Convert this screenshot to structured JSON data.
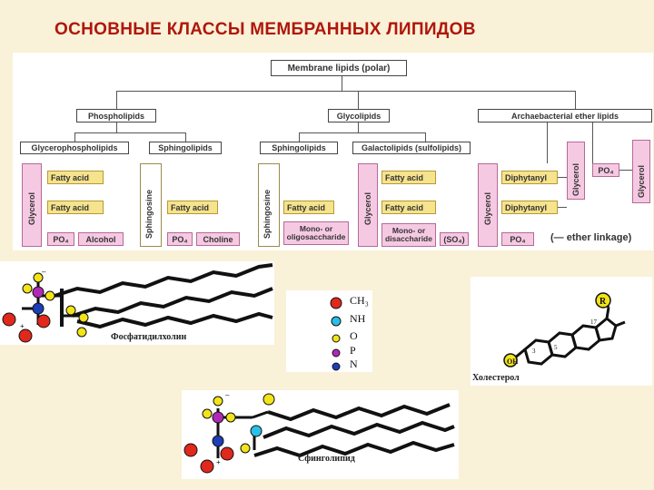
{
  "title": "ОСНОВНЫЕ КЛАССЫ МЕМБРАННЫХ ЛИПИДОВ",
  "scheme": {
    "root": "Membrane lipids (polar)",
    "classes": {
      "phospholipids": "Phospholipids",
      "glycolipids": "Glycolipids",
      "archaebacterial": "Archaebacterial ether lipids"
    },
    "subclasses": {
      "glycerophospholipids": "Glycerophospholipids",
      "sphingolipids_phospho": "Sphingolipids",
      "sphingolipids_glyco": "Sphingolipids",
      "galactolipids": "Galactolipids (sulfolipids)"
    },
    "glycerol": "Glycerol",
    "sphingosine": "Sphingosine",
    "fatty_acid": "Fatty acid",
    "po4": "PO₄",
    "alcohol": "Alcohol",
    "choline": "Choline",
    "mono_oligo_line1": "Mono- or",
    "mono_oligo_line2": "oligosaccharide",
    "mono_di_line1": "Mono- or",
    "mono_di_line2": "disaccharide",
    "so4": "(SO₄)",
    "diphytanyl": "Diphytanyl",
    "ether_linkage": "(— ether linkage)"
  },
  "molecules": {
    "phosphatidylcholine_caption": "Фосфатидилхолин",
    "sphingolipid_caption": "Сфинголипид",
    "cholesterol_caption": "Холестерол",
    "cholesterol_oh": "OH",
    "cholesterol_r": "R",
    "cholesterol_c17": "17",
    "cholesterol_c3": "3",
    "cholesterol_c5": "5"
  },
  "legend": [
    {
      "label": "CH₃",
      "color": "#e0281c"
    },
    {
      "label": "NH",
      "color": "#29c0e8"
    },
    {
      "label": "O",
      "color": "#f2e418"
    },
    {
      "label": "P",
      "color": "#b02ab5"
    },
    {
      "label": "N",
      "color": "#1c3fb8"
    }
  ]
}
